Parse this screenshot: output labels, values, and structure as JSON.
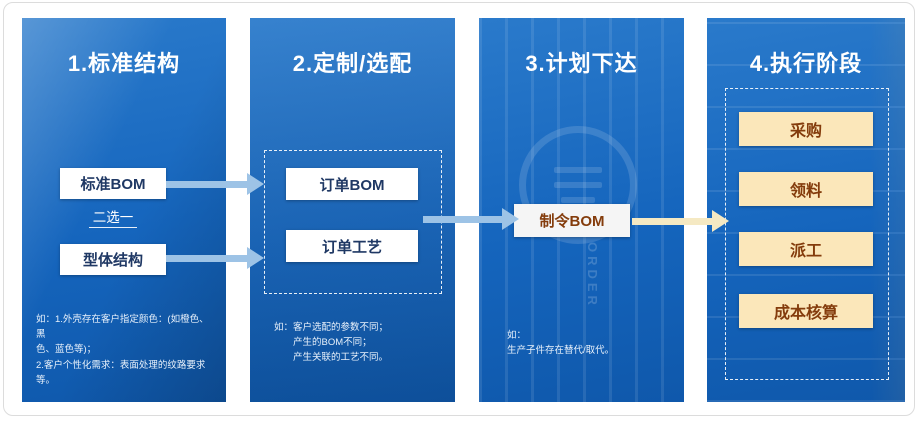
{
  "stages": [
    {
      "title": "1.标准结构",
      "box_top": "标准BOM",
      "choice_label": "二选一",
      "box_bottom": "型体结构",
      "note": "如：1.外壳存在客户指定颜色：(如橙色、黑\n色、蓝色等)；\n2.客户个性化需求：表面处理的纹路要求等。"
    },
    {
      "title": "2.定制/选配",
      "box_top": "订单BOM",
      "box_bottom": "订单工艺",
      "note": "如：客户选配的参数不同；\n　　产生的BOM不同；\n　　产生关联的工艺不同。"
    },
    {
      "title": "3.计划下达",
      "box": "制令BOM",
      "watermark": "ORDER",
      "note": "如：\n生产子件存在替代/取代。"
    },
    {
      "title": "4.执行阶段",
      "boxes": [
        "采购",
        "领料",
        "派工",
        "成本核算"
      ]
    }
  ],
  "colors": {
    "panel_blue": "#1565bd",
    "arrow_blue": "#9dc3e6",
    "arrow_gold": "#f5e9c3",
    "box_yellow": "#fbe7ba",
    "box_text_navy": "#1f3864",
    "box_text_maroon": "#843c0c"
  }
}
